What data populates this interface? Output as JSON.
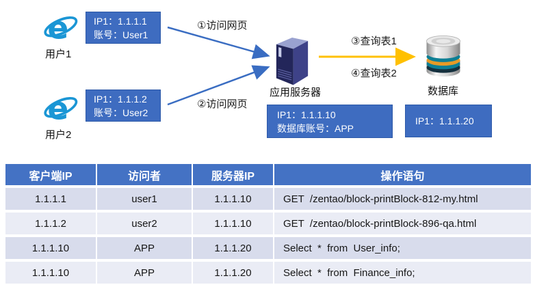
{
  "colors": {
    "info_box_blue": "#3e6cc0",
    "info_box_border": "#2d59a8",
    "table_header_blue": "#4472c4",
    "row_odd": "#d8dcec",
    "row_even": "#eaecf5",
    "arrow_blue": "#3a6dc2",
    "arrow_orange": "#ffc000",
    "ie_logo_blue": "#1b96d5"
  },
  "diagram": {
    "users": [
      {
        "label": "用户1",
        "ip_line": "IP1：1.1.1.1",
        "account_line": "账号：User1",
        "arrow_label": "①访问网页"
      },
      {
        "label": "用户2",
        "ip_line": "IP1：1.1.1.2",
        "account_line": "账号：User2",
        "arrow_label": "②访问网页"
      }
    ],
    "app_server": {
      "label": "应用服务器",
      "ip_line": "IP1：1.1.1.10",
      "account_line": "数据库账号：APP"
    },
    "database": {
      "label": "数据库",
      "ip_line": "IP1：1.1.1.20"
    },
    "db_arrow_labels": [
      "③查询表1",
      "④查询表2"
    ]
  },
  "table": {
    "headers": [
      "客户端IP",
      "访问者",
      "服务器IP",
      "操作语句"
    ],
    "rows": [
      [
        "1.1.1.1",
        "user1",
        "1.1.1.10",
        "GET  /zentao/block-printBlock-812-my.html"
      ],
      [
        "1.1.1.2",
        "user2",
        "1.1.1.10",
        "GET  /zentao/block-printBlock-896-qa.html"
      ],
      [
        "1.1.1.10",
        "APP",
        "1.1.1.20",
        "Select  *  from  User_info;"
      ],
      [
        "1.1.1.10",
        "APP",
        "1.1.1.20",
        "Select  *  from  Finance_info;"
      ]
    ]
  }
}
